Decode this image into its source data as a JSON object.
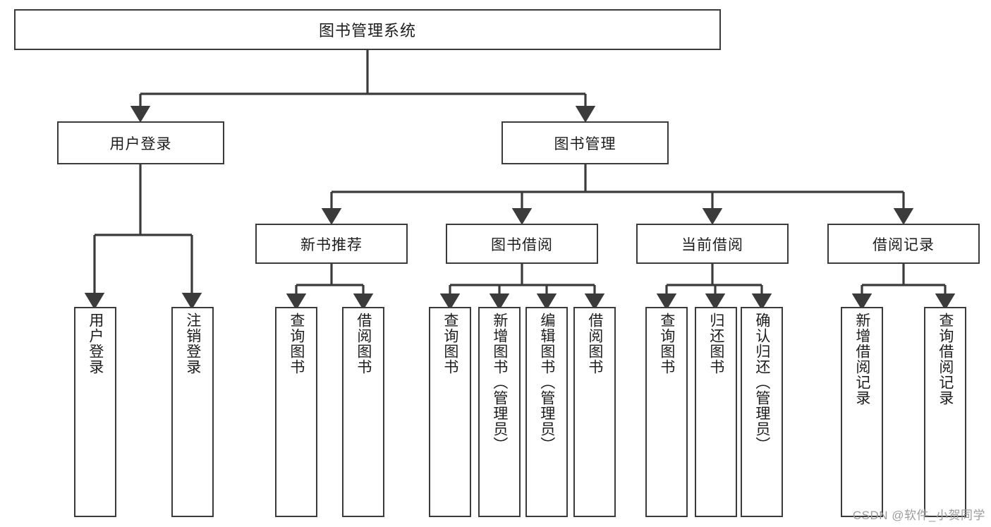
{
  "diagram": {
    "title": "图书管理系统",
    "watermark": "CSDN @软件_小贺同学",
    "colors": {
      "border": "#3b3b3b",
      "background": "#ffffff",
      "text": "#1d1d1d",
      "edge": "#3b3b3b",
      "watermark": "#9c9c9c"
    },
    "root": {
      "label": "图书管理系统"
    },
    "level1": [
      {
        "label": "用户登录"
      },
      {
        "label": "图书管理"
      }
    ],
    "level2": [
      {
        "label": "新书推荐"
      },
      {
        "label": "图书借阅"
      },
      {
        "label": "当前借阅"
      },
      {
        "label": "借阅记录"
      }
    ],
    "leaves": {
      "user_login": [
        {
          "label": "用户登录"
        },
        {
          "label": "注销登录"
        }
      ],
      "new_book_recommend": [
        {
          "label": "查询图书"
        },
        {
          "label": "借阅图书"
        }
      ],
      "book_borrow": [
        {
          "label": "查询图书"
        },
        {
          "label": "新增图书（管理员）"
        },
        {
          "label": "编辑图书（管理员）"
        },
        {
          "label": "借阅图书"
        }
      ],
      "current_borrow": [
        {
          "label": "查询图书"
        },
        {
          "label": "归还图书"
        },
        {
          "label": "确认归还（管理员）"
        }
      ],
      "borrow_record": [
        {
          "label": "新增借阅记录"
        },
        {
          "label": "查询借阅记录"
        }
      ]
    }
  }
}
